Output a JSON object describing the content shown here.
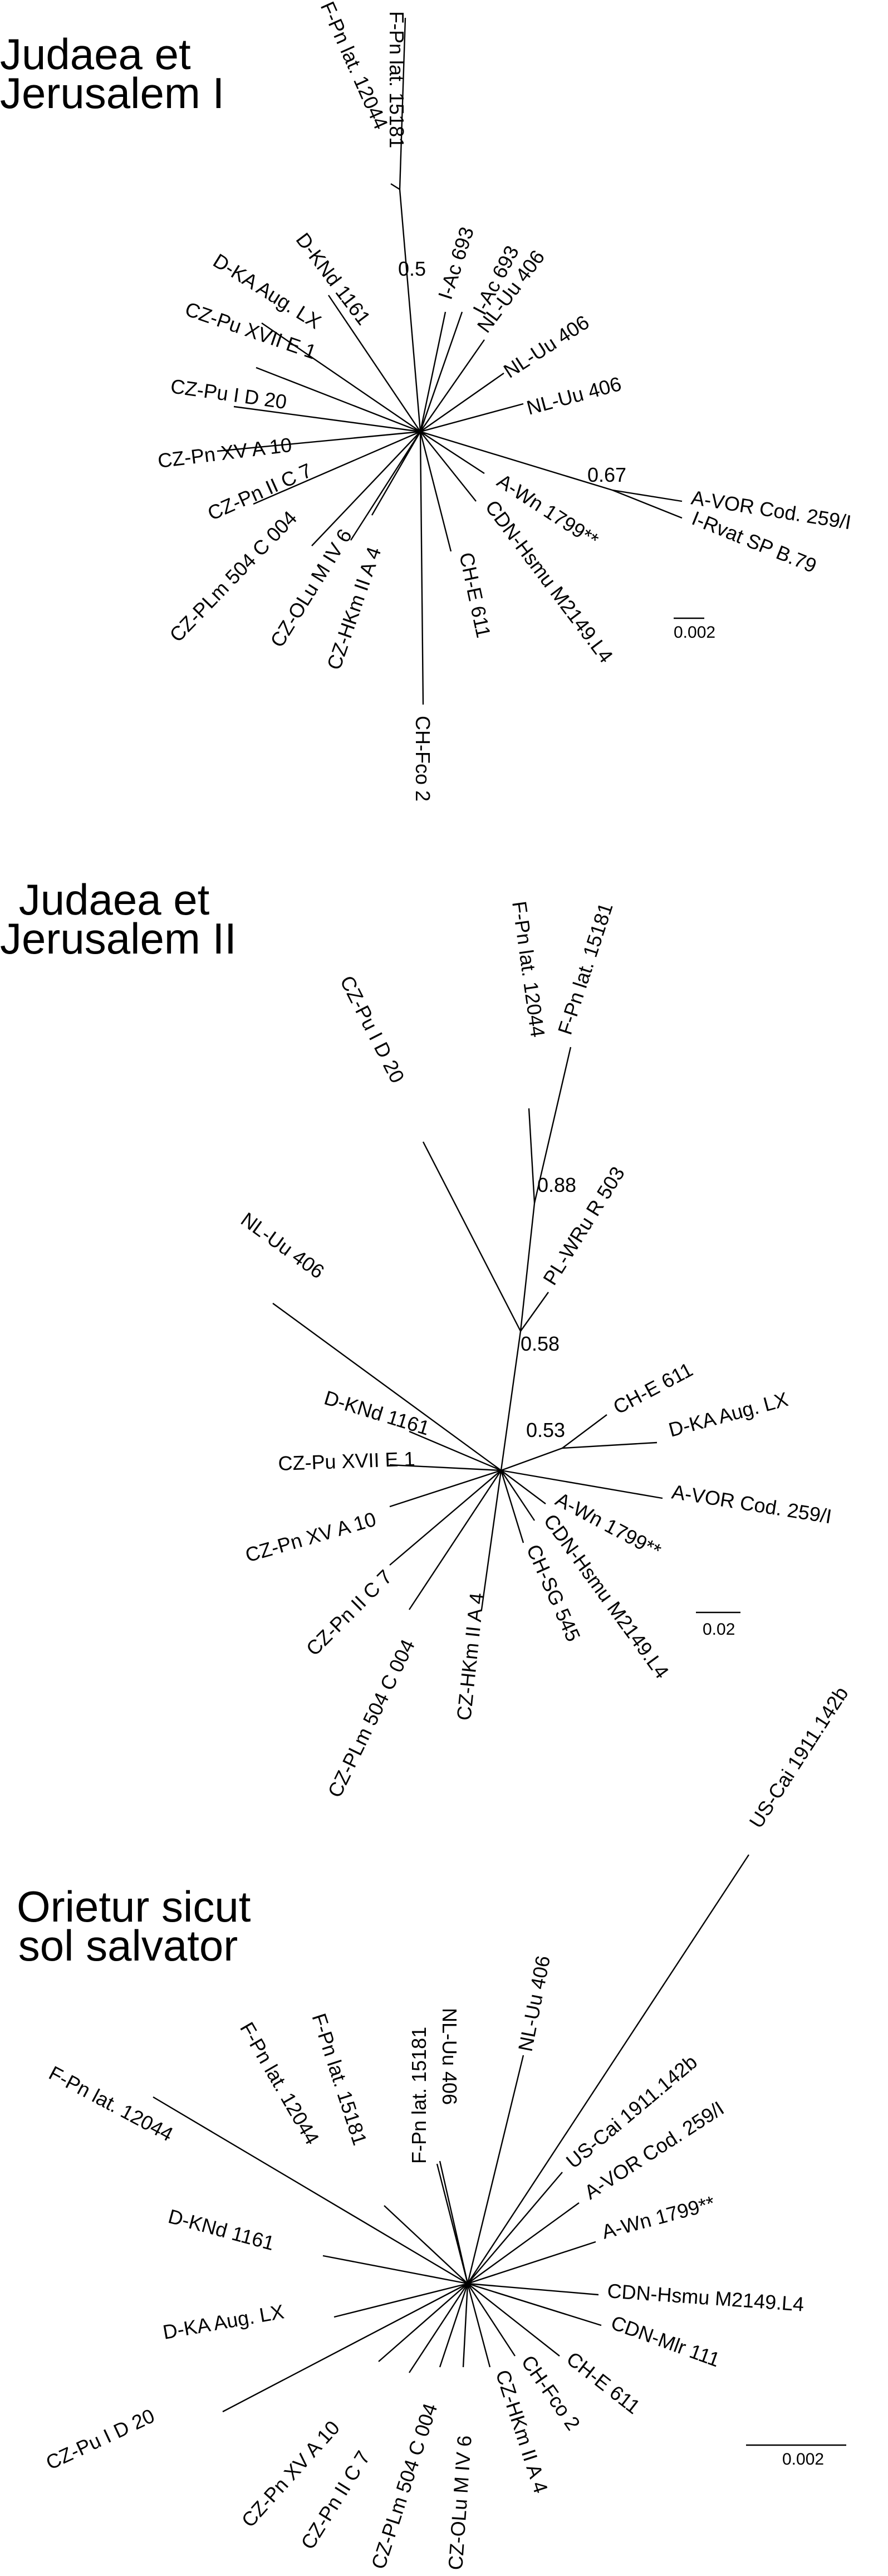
{
  "panels": [
    {
      "title_line1": "Judaea et",
      "title_line2": "Jerusalem I",
      "scale_bar": "0.002",
      "support_values": [
        "0.5",
        "0.67"
      ],
      "taxa": [
        "F-Pn lat. 15181",
        "F-Pn lat. 12044",
        "D-KNd 1161",
        "D-KA Aug. LX",
        "CZ-Pu XVII E 1",
        "CZ-Pu I D 20",
        "CZ-Pn XV A 10",
        "CZ-Pn II C 7",
        "CZ-PLm 504 C 004",
        "CZ-OLu M IV 6",
        "CZ-HKm II A 4",
        "CH-Fco 2",
        "CH-E 611",
        "CDN-Hsmu M2149.L4",
        "A-Wn 1799**",
        "I-Rvat SP B.79",
        "A-VOR Cod. 259/I",
        "NL-Uu 406",
        "NL-Uu 406",
        "NL-Uu 406",
        "I-Ac 693",
        "I-Ac 693"
      ]
    },
    {
      "title_line1": "Judaea et",
      "title_line2": "Jerusalem II",
      "scale_bar": "0.02",
      "support_values": [
        "0.88",
        "0.58",
        "0.53"
      ],
      "taxa": [
        "F-Pn lat. 12044",
        "F-Pn lat. 15181",
        "PL-WRu R 503",
        "CZ-Pu I D 20",
        "NL-Uu 406",
        "CH-E 611",
        "D-KA Aug. LX",
        "A-VOR Cod. 259/I",
        "A-Wn 1799**",
        "CDN-Hsmu M2149.L4",
        "CH-SG 545",
        "CZ-HKm II A 4",
        "CZ-PLm 504 C 004",
        "CZ-Pn II C 7",
        "CZ-Pn XV A 10",
        "CZ-Pu XVII E 1",
        "D-KNd 1161"
      ]
    },
    {
      "title_line1": "Orietur sicut",
      "title_line2": "sol salvator",
      "scale_bar": "0.002",
      "support_values": [],
      "taxa": [
        "US-Cai 1911.142b",
        "NL-Uu 406",
        "NL-Uu 406",
        "F-Pn lat. 15181",
        "F-Pn lat. 15181",
        "F-Pn lat. 12044",
        "F-Pn lat. 12044",
        "D-KNd 1161",
        "D-KA Aug. LX",
        "CZ-Pu I D 20",
        "CZ-Pn XV A 10",
        "CZ-Pn II C 7",
        "CZ-PLm 504 C 004",
        "CZ-OLu M IV 6",
        "CZ-HKm II A 4",
        "CH-Fco 2",
        "CH-E 611",
        "CDN-Mlr 111",
        "CDN-Hsmu M2149.L4",
        "A-Wn 1799**",
        "A-VOR Cod. 259/I",
        "US-Cai 1911.142b"
      ]
    }
  ]
}
